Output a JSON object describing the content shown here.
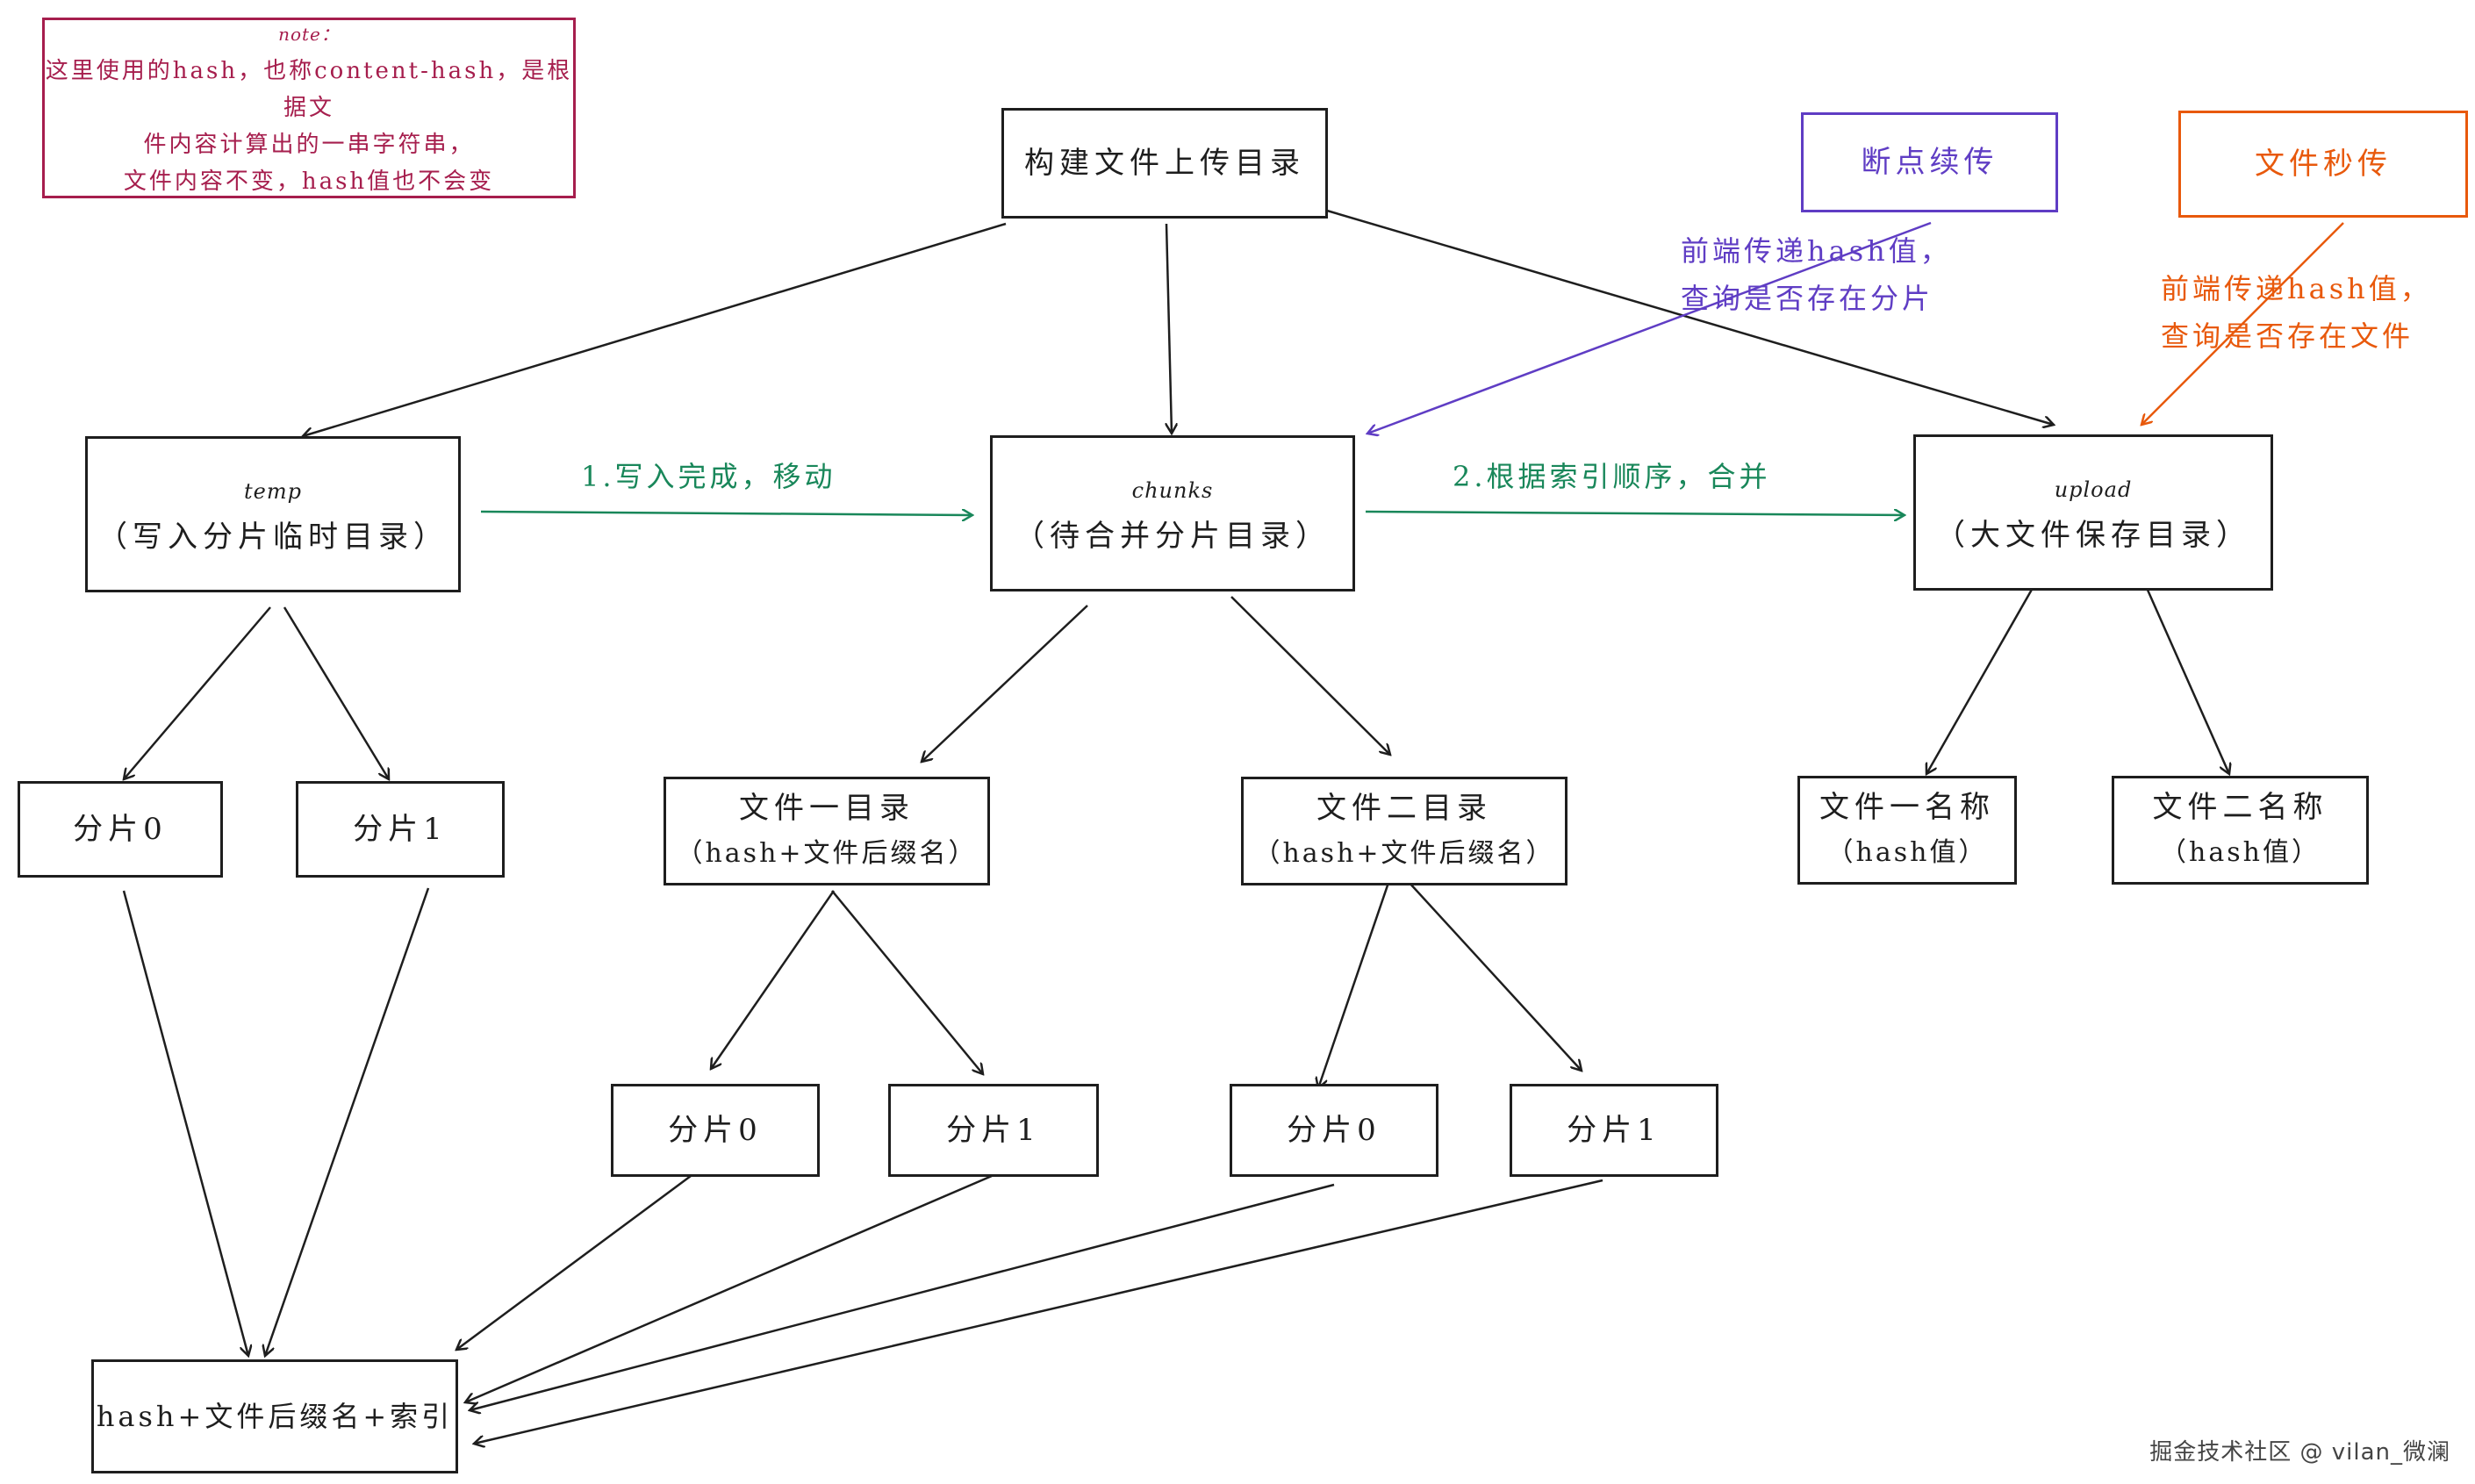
{
  "note": {
    "head": "note：",
    "lines": [
      "这里使用的hash，也称content-hash，是根据文",
      "件内容计算出的一串字符串，",
      "文件内容不变，hash值也不会变"
    ]
  },
  "root": {
    "label": "构建文件上传目录"
  },
  "resume": {
    "label": "断点续传"
  },
  "instant": {
    "label": "文件秒传"
  },
  "temp": {
    "name": "temp",
    "desc": "（写入分片临时目录）"
  },
  "chunks": {
    "name": "chunks",
    "desc": "（待合并分片目录）"
  },
  "upload": {
    "name": "upload",
    "desc": "（大文件保存目录）"
  },
  "edge_labels": {
    "move": "1.写入完成，移动",
    "merge": "2.根据索引顺序，合并",
    "resume_line1": "前端传递hash值，",
    "resume_line2": "查询是否存在分片",
    "instant_line1": "前端传递hash值，",
    "instant_line2": "查询是否存在文件"
  },
  "temp_children": [
    "分片0",
    "分片1"
  ],
  "file1_dir": {
    "title": "文件一目录",
    "sub": "（hash+文件后缀名）"
  },
  "file2_dir": {
    "title": "文件二目录",
    "sub": "（hash+文件后缀名）"
  },
  "file1_chunks": [
    "分片0",
    "分片1"
  ],
  "file2_chunks": [
    "分片0",
    "分片1"
  ],
  "file1_name": {
    "title": "文件一名称",
    "sub": "（hash值）"
  },
  "file2_name": {
    "title": "文件二名称",
    "sub": "（hash值）"
  },
  "chunk_naming": {
    "label": "hash+文件后缀名+索引"
  },
  "watermark": "掘金技术社区 @ vilan_微澜",
  "colors": {
    "green": "#19875a",
    "purple": "#5f3dc4",
    "orange": "#e8590c",
    "note": "#a61e4d",
    "ink": "#1e1e1e"
  }
}
